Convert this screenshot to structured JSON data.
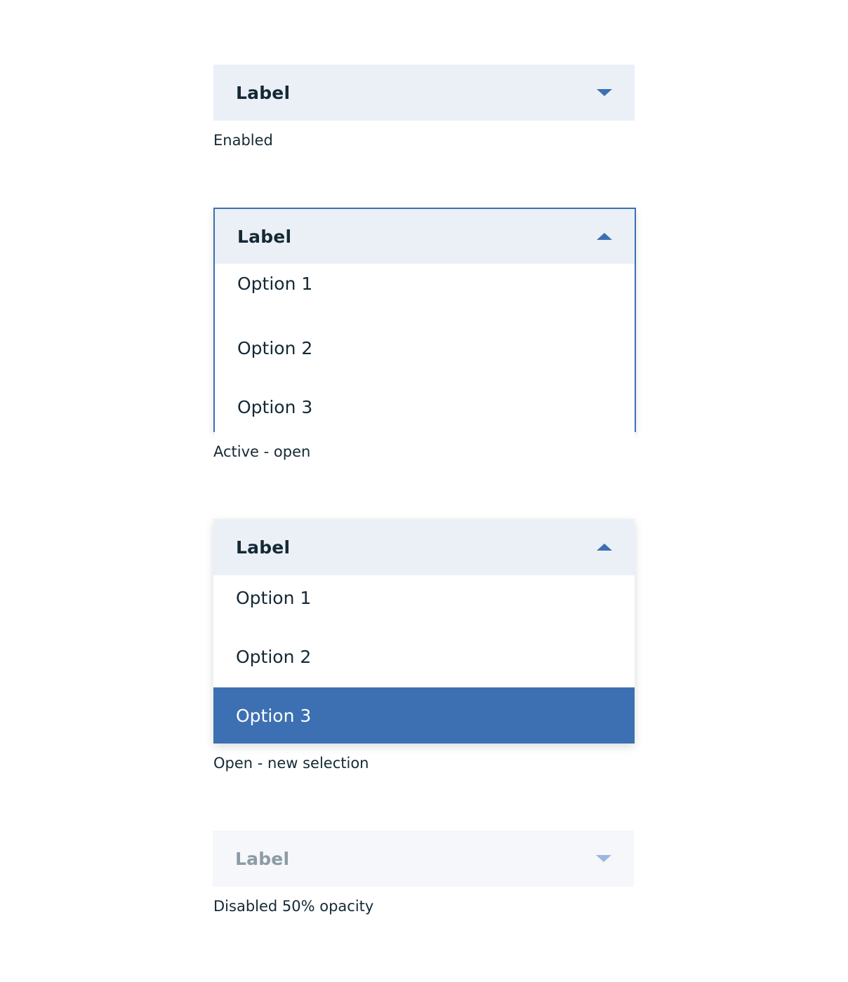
{
  "colors": {
    "field_bg": "#ebf0f7",
    "accent": "#3d70b2",
    "text": "#152935",
    "disabled_field_bg": "#f5f7fa",
    "disabled_text": "#8c9ba5"
  },
  "examples": [
    {
      "label": "Label",
      "caption": "Enabled",
      "icon": "chevron-down-icon"
    },
    {
      "label": "Label",
      "caption": "Active - open",
      "icon": "chevron-up-icon",
      "options": [
        "Option 1",
        "Option 2",
        "Option 3"
      ]
    },
    {
      "label": "Label",
      "caption": "Open - new selection",
      "icon": "chevron-up-icon",
      "options": [
        "Option 1",
        "Option 2",
        "Option 3"
      ],
      "selected_option": "Option 3"
    },
    {
      "label": "Label",
      "caption": "Disabled 50% opacity",
      "icon": "chevron-down-icon"
    }
  ]
}
